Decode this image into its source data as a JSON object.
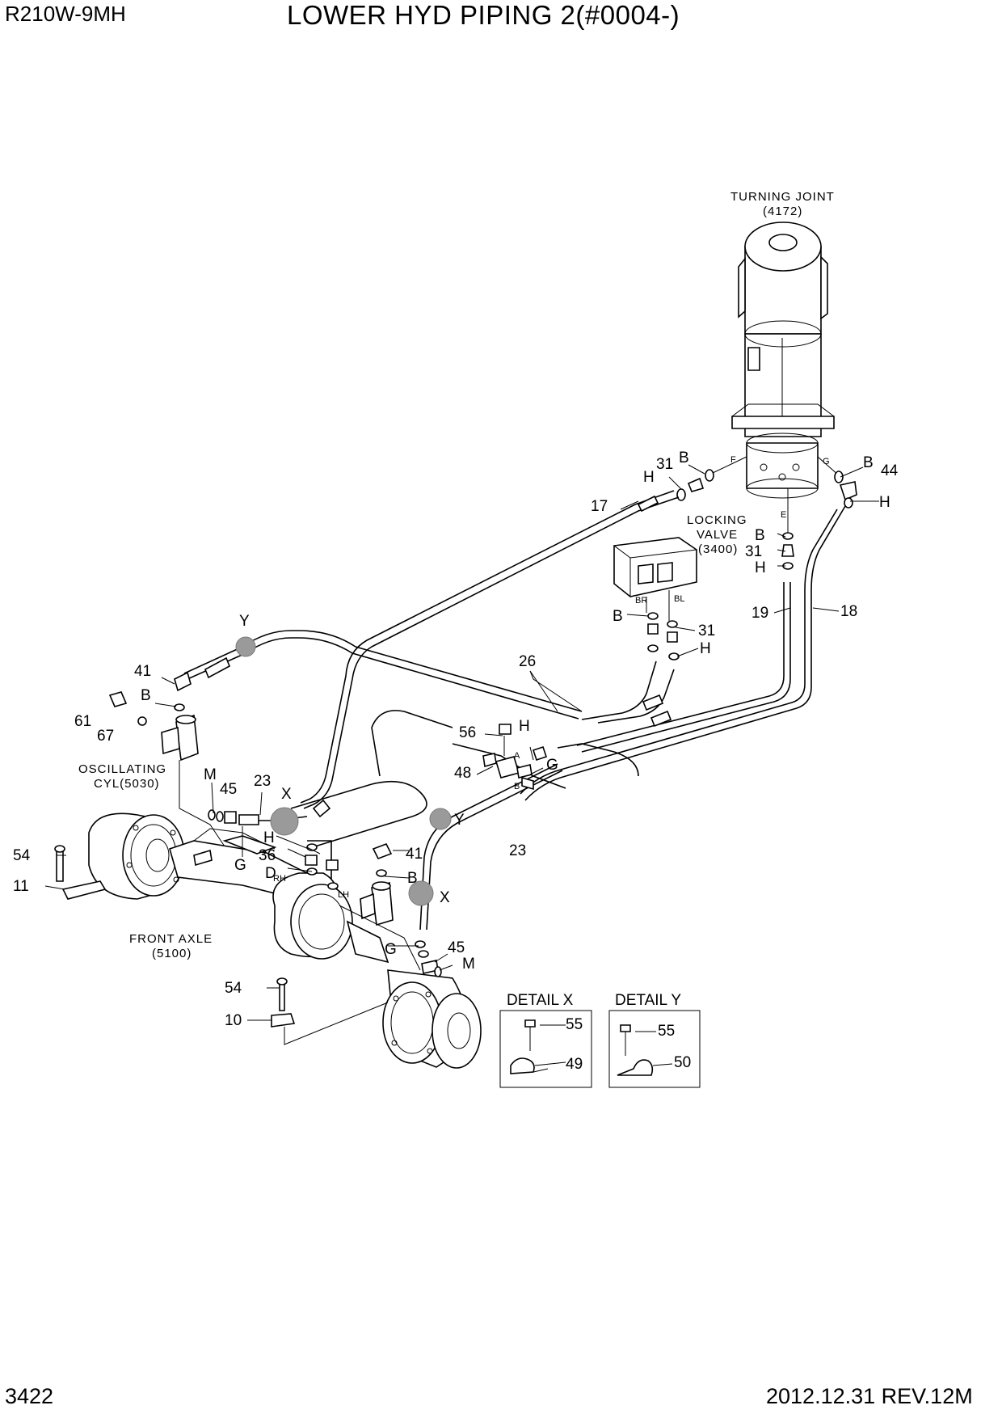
{
  "header": {
    "model": "R210W-9MH",
    "title": "LOWER HYD PIPING 2(#0004-)"
  },
  "footer": {
    "page_number": "3422",
    "revision": "2012.12.31  REV.12M"
  },
  "components": {
    "turning_joint": [
      "TURNING JOINT",
      "(4172)"
    ],
    "locking_valve": [
      "LOCKING",
      "VALVE",
      "(3400)"
    ],
    "oscillating_cyl": [
      "OSCILLATING",
      "CYL(5030)"
    ],
    "front_axle": [
      "FRONT AXLE",
      "(5100)"
    ]
  },
  "details": {
    "x": {
      "title": "DETAIL X",
      "labels": [
        "55",
        "49"
      ]
    },
    "y": {
      "title": "DETAIL Y",
      "labels": [
        "55",
        "50"
      ]
    }
  },
  "callouts": {
    "p17": "17",
    "p31a": "31",
    "hA": "H",
    "bA": "B",
    "bB": "B",
    "p44": "44",
    "hB": "H",
    "bC": "B",
    "p31b": "31",
    "hC": "H",
    "p19": "19",
    "p18": "18",
    "bD": "B",
    "p31c": "31",
    "hD": "H",
    "p26": "26",
    "yA": "Y",
    "p41a": "41",
    "bE": "B",
    "p61": "61",
    "p67": "67",
    "p56": "56",
    "hE": "H",
    "p48": "48",
    "gA": "G",
    "mA": "M",
    "p45a": "45",
    "p23a": "23",
    "xA": "X",
    "yB": "Y",
    "p54a": "54",
    "p11": "11",
    "hF": "H",
    "p36": "36",
    "gB": "G",
    "dA": "D",
    "p41b": "41",
    "bF": "B",
    "p23b": "23",
    "xB": "X",
    "gC": "G",
    "p45b": "45",
    "mB": "M",
    "p54b": "54",
    "p10": "10"
  },
  "port_marks": {
    "f": "F",
    "g": "G",
    "e": "E",
    "br": "BR",
    "bl": "BL",
    "a": "A",
    "b": "B",
    "rh": "RH",
    "lh": "LH"
  }
}
